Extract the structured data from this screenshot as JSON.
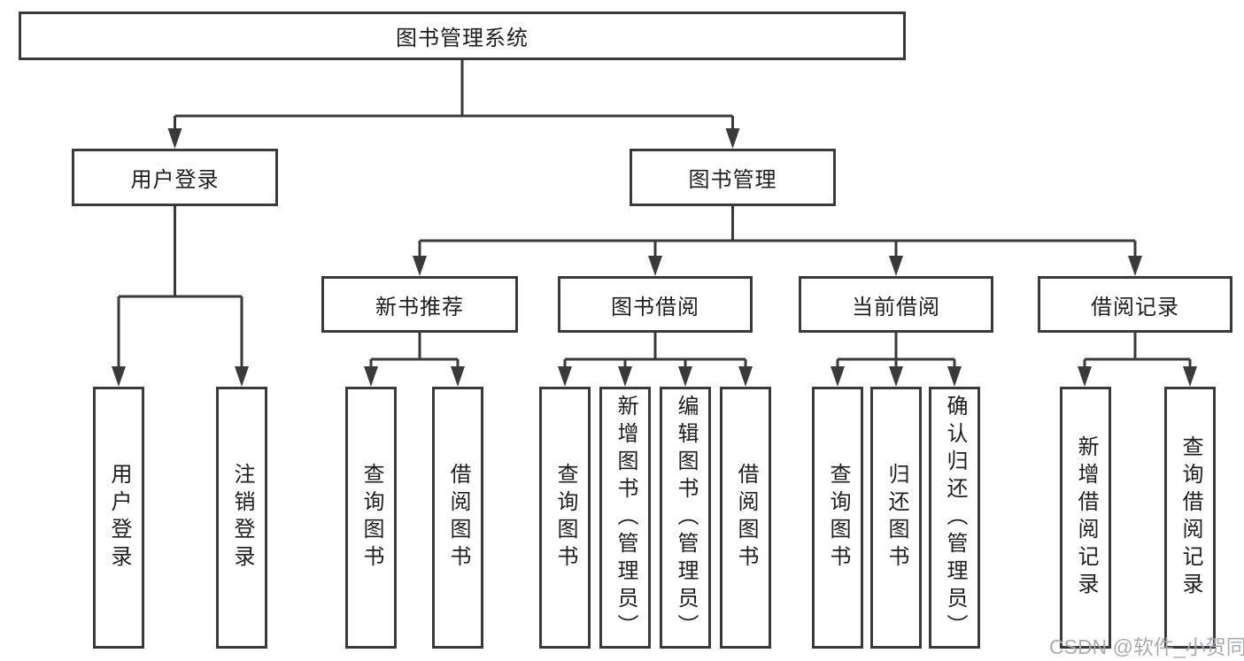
{
  "diagram": {
    "tree": {
      "root": {
        "label": "图书管理系统"
      },
      "level2": [
        {
          "label": "用户登录",
          "children": [
            "用户登录",
            "注销登录"
          ]
        },
        {
          "label": "图书管理",
          "modules": [
            {
              "label": "新书推荐",
              "children": [
                "查询图书",
                "借阅图书"
              ]
            },
            {
              "label": "图书借阅",
              "children": [
                "查询图书",
                "新增图书（管理员）",
                "编辑图书（管理员）",
                "借阅图书"
              ]
            },
            {
              "label": "当前借阅",
              "children": [
                "查询图书",
                "归还图书",
                "确认归还（管理员）"
              ]
            },
            {
              "label": "借阅记录",
              "children": [
                "新增借阅记录",
                "查询借阅记录"
              ]
            }
          ]
        }
      ]
    }
  },
  "watermark": {
    "text": "CSDN @软件_小贺同学"
  },
  "colors": {
    "line": "#3a3a3a",
    "text": "#1e1e1e",
    "watermark": "#a5a8ac",
    "background": "#ffffff"
  }
}
